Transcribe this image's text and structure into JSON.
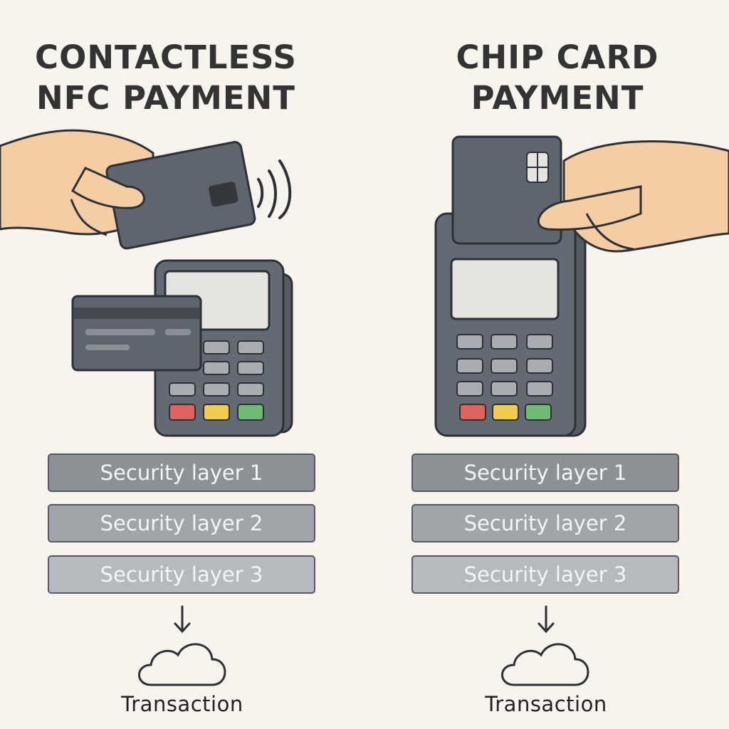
{
  "left": {
    "title_line1": "CONTACTLESS",
    "title_line2": "NFC PAYMENT",
    "layers": [
      "Security layer 1",
      "Security layer 2",
      "Security layer 3"
    ],
    "result": "Transaction"
  },
  "right": {
    "title_line1": "CHIP CARD",
    "title_line2": "PAYMENT",
    "layers": [
      "Security layer 1",
      "Security layer 2",
      "Security layer 3"
    ],
    "result": "Transaction"
  },
  "colors": {
    "background": "#f7f4ee",
    "card": "#5f656e",
    "terminal": "#636973",
    "skin": "#f5cda5",
    "key_red": "#e0625c",
    "key_yellow": "#f0cc4d",
    "key_green": "#6fbb73"
  },
  "icons": [
    "hand-icon",
    "card-icon",
    "nfc-waves-icon",
    "terminal-icon",
    "chip-icon",
    "arrow-down-icon",
    "cloud-icon"
  ]
}
